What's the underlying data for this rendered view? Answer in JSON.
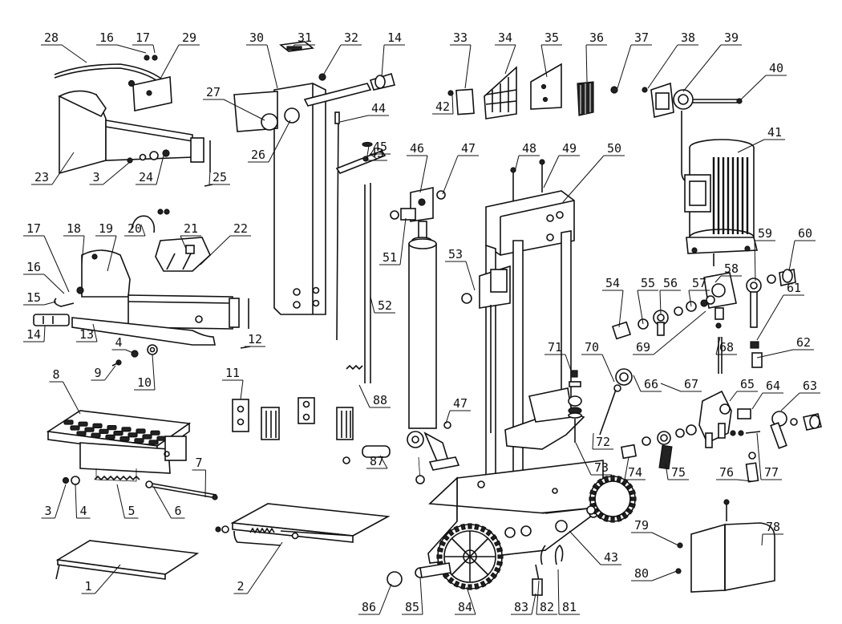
{
  "diagram": {
    "labels": [
      "28",
      "16",
      "17",
      "29",
      "30",
      "31",
      "32",
      "14",
      "33",
      "34",
      "35",
      "36",
      "37",
      "38",
      "39",
      "40",
      "27",
      "26",
      "44",
      "43",
      "42",
      "41",
      "45",
      "46",
      "47",
      "48",
      "49",
      "50",
      "23",
      "3",
      "24",
      "25",
      "17",
      "18",
      "19",
      "20",
      "21",
      "22",
      "16",
      "15",
      "14",
      "13",
      "51",
      "52",
      "53",
      "54",
      "55",
      "56",
      "57",
      "58",
      "59",
      "60",
      "12",
      "4",
      "9",
      "10",
      "11",
      "61",
      "69",
      "68",
      "62",
      "71",
      "70",
      "66",
      "67",
      "65",
      "64",
      "63",
      "8",
      "88",
      "47",
      "72",
      "73",
      "7",
      "3",
      "4",
      "5",
      "6",
      "87",
      "74",
      "75",
      "76",
      "77",
      "1",
      "2",
      "86",
      "85",
      "84",
      "83",
      "82",
      "81",
      "43",
      "79",
      "80",
      "78"
    ]
  }
}
